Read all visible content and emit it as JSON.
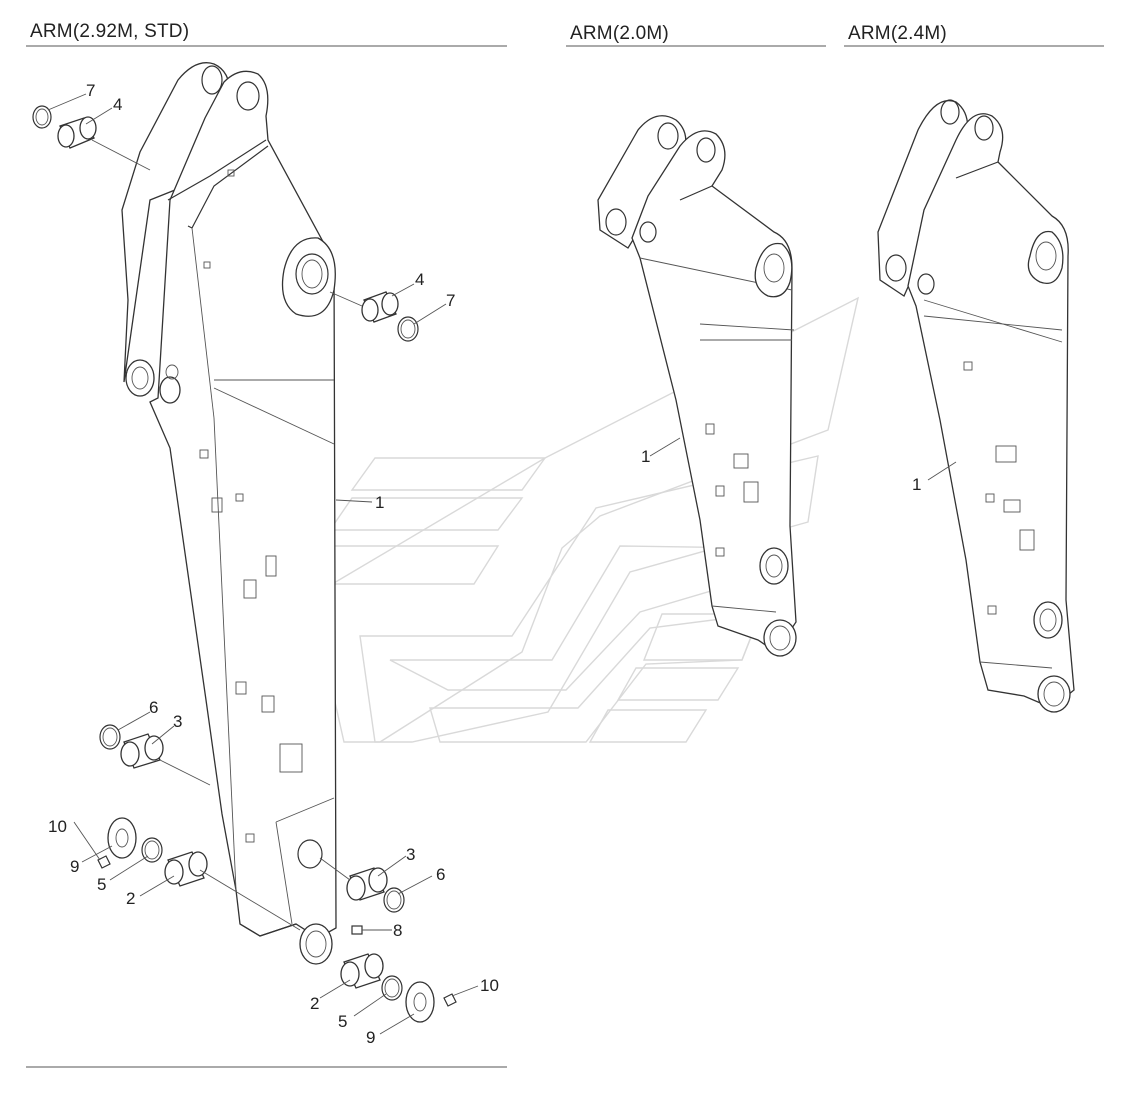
{
  "headers": {
    "std": "ARM(2.92M, STD)",
    "m20": "ARM(2.0M)",
    "m24": "ARM(2.4M)"
  },
  "callouts": {
    "c1a": "1",
    "c1b": "1",
    "c1c": "1",
    "c2a": "2",
    "c2b": "2",
    "c3a": "3",
    "c3b": "3",
    "c4a": "4",
    "c4b": "4",
    "c5a": "5",
    "c5b": "5",
    "c6a": "6",
    "c6b": "6",
    "c7a": "7",
    "c7b": "7",
    "c8": "8",
    "c9a": "9",
    "c9b": "9",
    "c10a": "10",
    "c10b": "10"
  }
}
